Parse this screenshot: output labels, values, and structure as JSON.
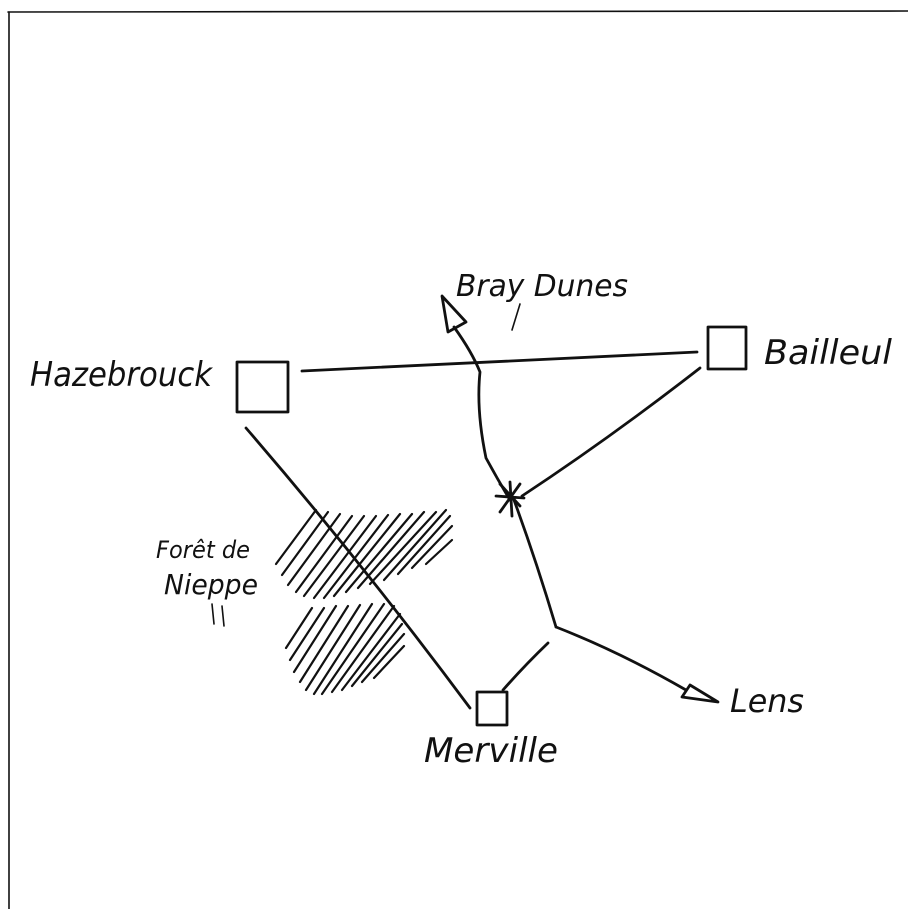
{
  "map": {
    "towns": [
      {
        "id": "hazebrouck",
        "label": "Hazebrouck"
      },
      {
        "id": "bailleul",
        "label": "Bailleul"
      },
      {
        "id": "merville",
        "label": "Merville"
      }
    ],
    "directions": [
      {
        "id": "bray-dunes",
        "label": "Bray Dunes"
      },
      {
        "id": "lens",
        "label": "Lens"
      }
    ],
    "area": {
      "line1": "Forêt de",
      "line2": "Nieppe"
    }
  },
  "colors": {
    "ink": "#111111",
    "paper": "#ffffff"
  }
}
